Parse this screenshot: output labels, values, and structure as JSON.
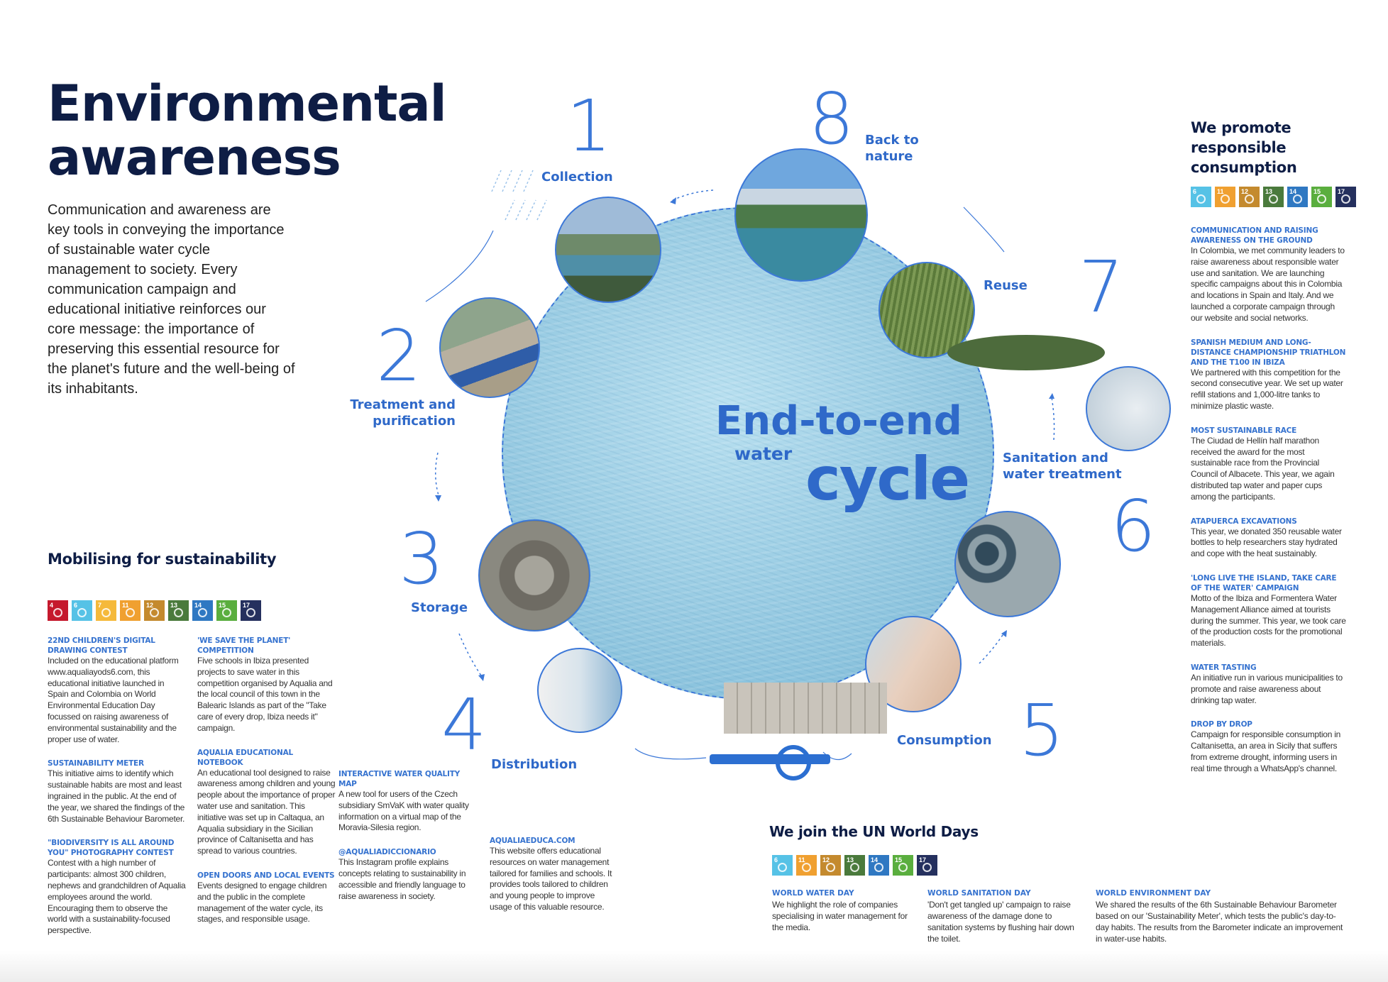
{
  "header": {
    "title_line1": "Environmental",
    "title_line2": "awareness",
    "intro": "Communication and awareness are key tools in conveying the importance of sustainable water cycle management to society. Every communication campaign and educational initiative reinforces our core message: the importance of preserving this essential resource for the planet's future and the well-being of its inhabitants."
  },
  "colors": {
    "navy": "#0e1d45",
    "accent": "#2f69c9"
  },
  "sdg_colors": {
    "4": "#c5192d",
    "6": "#56c2e6",
    "7": "#f5b93a",
    "11": "#f0a030",
    "12": "#c48a2e",
    "13": "#4a7a3c",
    "14": "#2f78c2",
    "15": "#5aae3e",
    "17": "#25305e"
  },
  "mobilising": {
    "title": "Mobilising for sustainability",
    "sdgs": [
      "4",
      "6",
      "7",
      "11",
      "12",
      "13",
      "14",
      "15",
      "17"
    ],
    "columns": [
      [
        {
          "h": "22nd Children's Digital Drawing Contest",
          "p": "Included on the educational platform www.aqualiayods6.com, this educational initiative launched in Spain and Colombia on World Environmental Education Day focussed on raising awareness of environmental sustainability and the proper use of water."
        },
        {
          "h": "Sustainability Meter",
          "p": "This initiative aims to identify which sustainable habits are most and least ingrained in the public. At the end of the year, we shared the findings of the 6th Sustainable Behaviour Barometer."
        },
        {
          "h": "\"Biodiversity is all around you\" photography contest",
          "p": "Contest with a high number of participants: almost 300 children, nephews and grandchildren of Aqualia employees around the world. Encouraging them to observe the world with a sustainability-focused perspective."
        }
      ],
      [
        {
          "h": "'We save the planet' competition",
          "p": "Five schools in Ibiza presented projects to save water in this competition organised by Aqualia and the local council of this town in the Balearic Islands as part of the \"Take care of every drop, Ibiza needs it\" campaign."
        },
        {
          "h": "Aqualia educational notebook",
          "p": "An educational tool designed to raise awareness among children and young people about the importance of proper water use and sanitation. This initiative was set up in Caltaqua, an Aqualia subsidiary in the Sicilian province of Caltanisetta and has spread to various countries."
        },
        {
          "h": "Open doors and local events",
          "p": "Events designed to engage children and the public in the complete management of the water cycle, its stages, and responsible usage."
        }
      ],
      [
        {
          "h": "Interactive water quality map",
          "p": "A new tool for users of the Czech subsidiary SmVaK with water quality information on a virtual map of the Moravia-Silesia region."
        },
        {
          "h": "@aqualiadiccionario",
          "p": "This Instagram profile explains concepts relating to sustainability in accessible and friendly language to raise awareness in society."
        }
      ],
      [
        {
          "h": "aqualiaeduca.com",
          "p": "This website offers educational resources on water management tailored for families and schools. It provides tools tailored to children and young people to improve usage of this valuable resource."
        }
      ]
    ]
  },
  "cycle": {
    "title1": "End-to-end",
    "title2": "water",
    "title3": "cycle",
    "stages": [
      {
        "n": "1",
        "label": "Collection"
      },
      {
        "n": "2",
        "label": "Treatment and purification"
      },
      {
        "n": "3",
        "label": "Storage"
      },
      {
        "n": "4",
        "label": "Distribution"
      },
      {
        "n": "5",
        "label": "Consumption"
      },
      {
        "n": "6",
        "label": "Sanitation and water treatment"
      },
      {
        "n": "7",
        "label": "Reuse"
      },
      {
        "n": "8",
        "label": "Back to nature"
      }
    ]
  },
  "promote": {
    "title": "We promote responsible consumption",
    "sdgs": [
      "6",
      "11",
      "12",
      "13",
      "14",
      "15",
      "17"
    ],
    "items": [
      {
        "h": "Communication and raising awareness on the ground",
        "p": "In Colombia, we met community leaders to raise awareness about responsible water use and sanitation. We are launching specific campaigns about this in Colombia and locations in Spain and Italy. And we launched a corporate campaign through our website and social networks."
      },
      {
        "h": "Spanish medium and long-distance championship triathlon and the T100 in Ibiza",
        "p": "We partnered with this competition for the second consecutive year. We set up water refill stations and 1,000-litre tanks to minimize plastic waste."
      },
      {
        "h": "Most sustainable race",
        "p": "The Ciudad de Hellín half marathon received the award for the most sustainable race from the Provincial Council of Albacete. This year, we again distributed tap water and paper cups among the participants."
      },
      {
        "h": "Atapuerca excavations",
        "p": "This year, we donated 350 reusable water bottles to help researchers stay hydrated and cope with the heat sustainably."
      },
      {
        "h": "'Long live the island, take care of the water' campaign",
        "p": "Motto of the Ibiza and Formentera Water Management Alliance aimed at tourists during the summer. This year, we took care of the production costs for the promotional materials."
      },
      {
        "h": "Water tasting",
        "p": "An initiative run in various municipalities to promote and raise awareness about drinking tap water."
      },
      {
        "h": "Drop by drop",
        "p": "Campaign for responsible consumption in Caltanisetta, an area in Sicily that suffers from extreme drought, informing users in real time through a WhatsApp's channel."
      }
    ]
  },
  "worlddays": {
    "title": "We join the UN World Days",
    "sdgs": [
      "6",
      "11",
      "12",
      "13",
      "14",
      "15",
      "17"
    ],
    "items": [
      {
        "h": "WORLD WATER DAY",
        "p": "We highlight the role of companies specialising in water management for the media."
      },
      {
        "h": "WORLD SANITATION DAY",
        "p": "'Don't get tangled up' campaign to raise awareness of the damage done to sanitation systems by flushing hair down the toilet."
      },
      {
        "h": "WORLD ENVIRONMENT DAY",
        "p": "We shared the results of the 6th Sustainable Behaviour Barometer based on our 'Sustainability Meter', which tests the public's day-to-day habits. The results from the Barometer indicate an improvement in water-use habits."
      }
    ]
  }
}
